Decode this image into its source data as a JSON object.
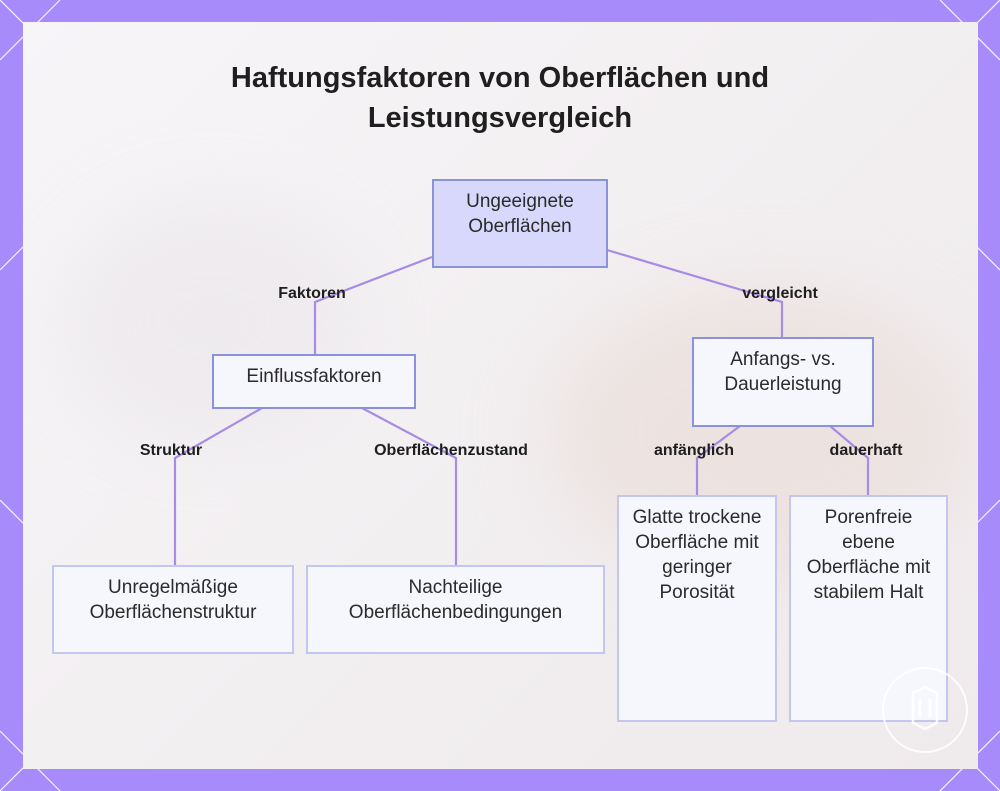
{
  "colors": {
    "frame": "#a78bfa",
    "edge": "#a88be3",
    "root_fill": "#d7d8fb",
    "root_border": "#8c91dc",
    "node_fill": "#f6f6fd",
    "node_border": "#c3c6f0"
  },
  "diagram": {
    "title": "Haftungsfaktoren von Oberflächen und Leistungsvergleich",
    "nodes": {
      "root": "Ungeeignete Oberflächen",
      "factors": "Einflussfaktoren",
      "comparison": "Anfangs- vs. Dauerleistung",
      "irregular": "Unregelmäßige Oberflächenstruktur",
      "adverse": "Nachteilige Oberflächenbedingungen",
      "smooth": "Glatte trockene Oberfläche mit geringer Porosität",
      "nonporous": "Porenfreie ebene Oberfläche mit stabilem Halt"
    },
    "edges": {
      "factors": "Faktoren",
      "compares": "vergleicht",
      "structure": "Struktur",
      "condition": "Oberflächenzustand",
      "initial": "anfänglich",
      "durable": "dauerhaft"
    }
  },
  "logo_icon": "cube-logo-icon"
}
